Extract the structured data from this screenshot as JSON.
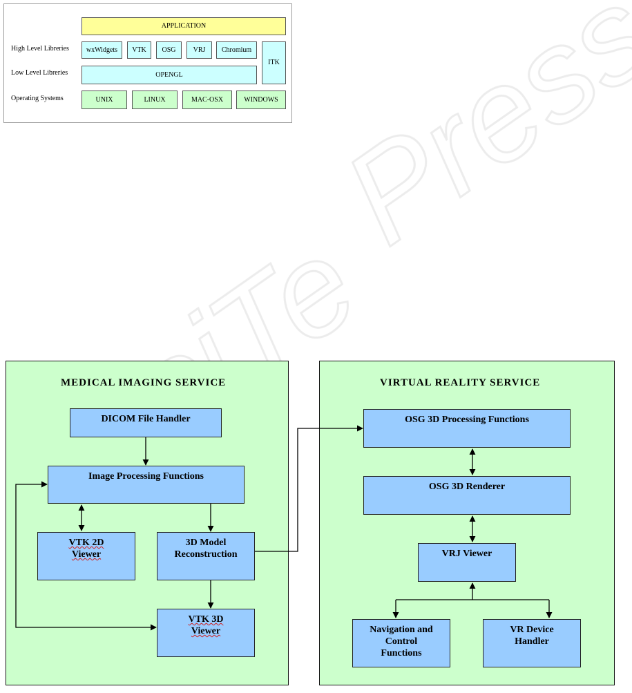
{
  "stack": {
    "application": "APPLICATION",
    "rows": {
      "high": "High Level Libreries",
      "low": "Low Level Libreries",
      "os": "Operating Systems"
    },
    "high_level": [
      "wxWidgets",
      "VTK",
      "OSG",
      "VRJ",
      "Chromium"
    ],
    "itk": "ITK",
    "low_level": "OPENGL",
    "operating_systems": [
      "UNIX",
      "LINUX",
      "MAC-OSX",
      "WINDOWS"
    ],
    "colors": {
      "application": "#ffff99",
      "libraries": "#ccffff",
      "os": "#ccffcc"
    }
  },
  "medical": {
    "title": "MEDICAL IMAGING SERVICE",
    "dicom": "DICOM File Handler",
    "image_processing": "Image Processing Functions",
    "vtk2d": "VTK 2D\nViewer",
    "model3d": "3D Model\nReconstruction",
    "vtk3d": "VTK 3D\nViewer"
  },
  "vr": {
    "title": "VIRTUAL REALITY SERVICE",
    "osg_processing": "OSG 3D Processing Functions",
    "osg_renderer": "OSG 3D Renderer",
    "vrj_viewer": "VRJ Viewer",
    "navigation": "Navigation and\nControl\nFunctions",
    "vr_device": "VR Device\nHandler"
  },
  "colors": {
    "panel": "#ccffcc",
    "box": "#99ccff",
    "watermark": "#e6e6e6"
  }
}
